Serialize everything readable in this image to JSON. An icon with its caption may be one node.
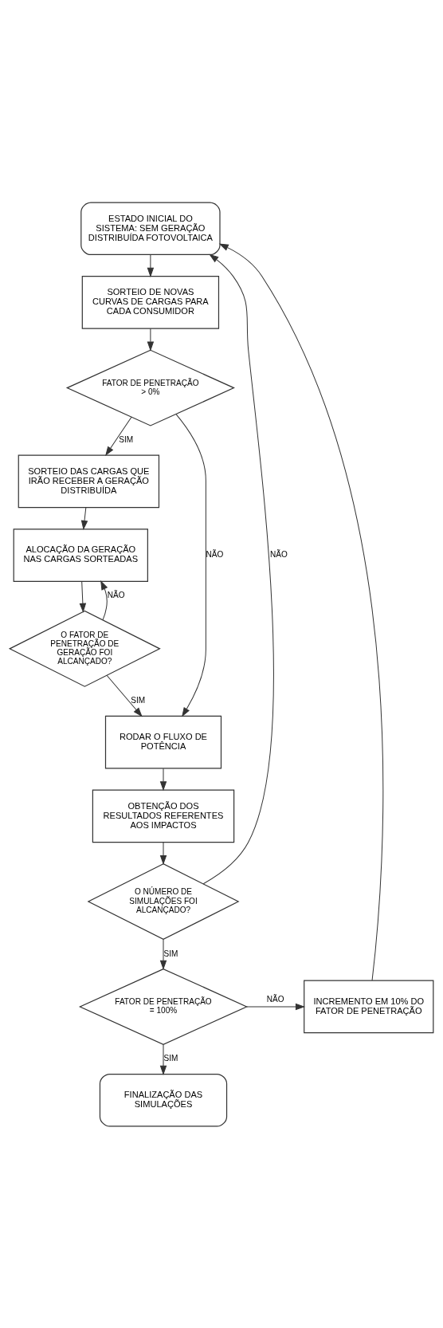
{
  "diagram": {
    "nodes": [
      {
        "text": [
          "ESTADO INICIAL DO SISTEMA: SEM GERAÇÃO DISTRIBUÍDA FOTOVOLTAICA"
        ]
      },
      {
        "text": [
          "SORTEIO DE NOVAS CURVAS DE CARGAS PARA CADA CONSUMIDOR"
        ]
      },
      {
        "text": [
          "FATOR DE PENETRAÇÃO > 0%"
        ]
      },
      {
        "text": [
          "SORTEIO DAS CARGAS QUE IRÃO RECEBER A GERAÇÃO DISTRIBUÍDA"
        ]
      },
      {
        "text": [
          "ALOCAÇÃO DA GERAÇÃO NAS CARGAS SORTEADAS"
        ]
      },
      {
        "text": [
          "O FATOR DE PENETRAÇÃO DE GERAÇÃO FOI ALCANÇADO?"
        ]
      },
      {
        "text": [
          "RODAR O FLUXO DE POTÊNCIA"
        ]
      },
      {
        "text": [
          "OBTENÇÃO DOS RESULTADOS REFERENTES AOS IMPACTOS"
        ]
      },
      {
        "text": [
          "O NÚMERO DE SIMULAÇÕES FOI ALCANÇADO?"
        ]
      },
      {
        "text": [
          "FATOR DE PENETRAÇÃO = 100%"
        ]
      },
      {
        "text": [
          "INCREMENTO EM 10% DO FATOR DE PENETRAÇÃO"
        ]
      },
      {
        "text": [
          "FINALIZAÇÃO DAS SIMULAÇÕES"
        ]
      }
    ],
    "edges": [
      {
        "from": 0,
        "to": 1,
        "arrow": "to"
      },
      {
        "from": 1,
        "to": 2,
        "arrow": "to"
      },
      {
        "from": 2,
        "to": 3,
        "arrow": "to",
        "label": "SIM"
      },
      {
        "from": 2,
        "to": 6,
        "arrow": "to",
        "label": "NÃO"
      },
      {
        "from": 3,
        "to": 4,
        "arrow": "to"
      },
      {
        "from": 4,
        "to": 5,
        "arrow": "to"
      },
      {
        "from": 5,
        "to": 4,
        "arrow": "to",
        "label": "NÃO"
      },
      {
        "from": 5,
        "to": 6,
        "arrow": "to",
        "label": "SIM"
      },
      {
        "from": 6,
        "to": 7,
        "arrow": "to"
      },
      {
        "from": 7,
        "to": 8,
        "arrow": "to"
      },
      {
        "from": 8,
        "to": 0,
        "arrow": "to",
        "label": "NÃO"
      },
      {
        "from": 8,
        "to": 9,
        "arrow": "to",
        "label": "SIM"
      },
      {
        "from": 9,
        "to": 10,
        "arrow": "to",
        "label": "NÃO"
      },
      {
        "from": 10,
        "to": 0,
        "arrow": "to"
      },
      {
        "from": 9,
        "to": 11,
        "arrow": "to",
        "label": "SIM"
      }
    ]
  }
}
